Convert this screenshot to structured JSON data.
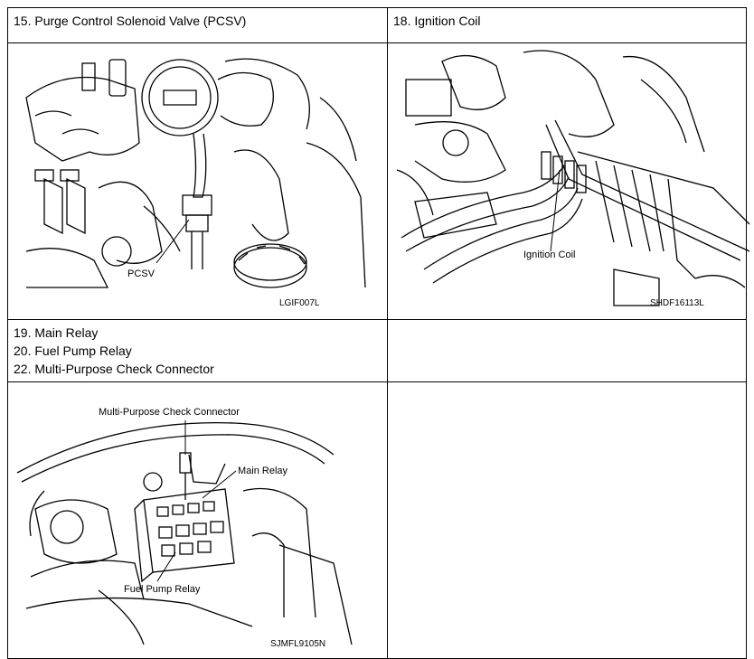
{
  "sections": {
    "pcsv": {
      "title": "15. Purge Control Solenoid Valve (PCSV)",
      "callout": "PCSV",
      "code": "LGIF007L"
    },
    "ignition": {
      "title": "18. Ignition Coil",
      "callout": "Ignition Coil",
      "code": "SHDF16113L"
    },
    "relays": {
      "lines": [
        "19. Main Relay",
        "20. Fuel Pump Relay",
        "22. Multi-Purpose Check Connector"
      ],
      "callouts": {
        "mpcc": "Multi-Purpose Check Connector",
        "main_relay": "Main Relay",
        "fuel_pump_relay": "Fuel Pump Relay"
      },
      "code": "SJMFL9105N"
    }
  }
}
